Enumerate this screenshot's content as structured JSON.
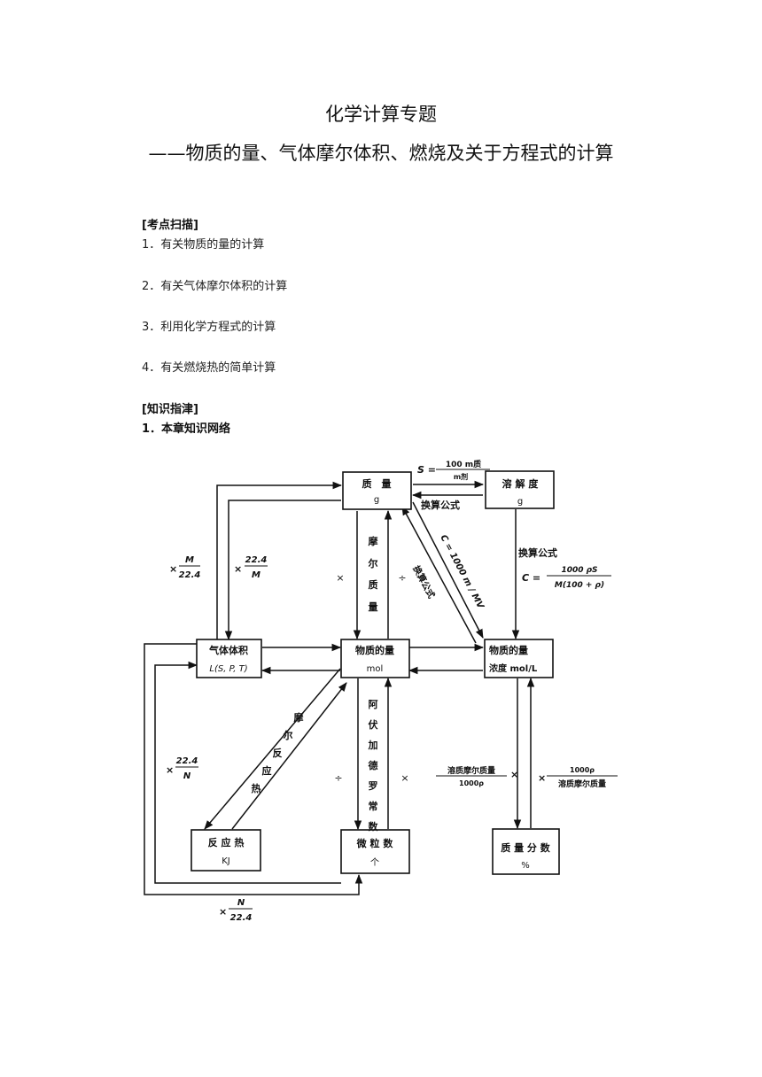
{
  "header": {
    "title": "化学计算专题",
    "subtitle": "——物质的量、气体摩尔体积、燃烧及关于方程式的计算"
  },
  "scan": {
    "heading": "[考点扫描]",
    "items": [
      "1．有关物质的量的计算",
      "2．有关气体摩尔体积的计算",
      "3．利用化学方程式的计算",
      "4．有关燃烧热的简单计算"
    ]
  },
  "guide": {
    "heading": "[知识指津]",
    "sub": "1．本章知识网络"
  },
  "diagram": {
    "mass": {
      "name": "质　量",
      "unit": "g"
    },
    "solubility": {
      "name": "溶 解 度",
      "unit": "g"
    },
    "gas_volume": {
      "name": "气体体积",
      "unit": "L(S, P, T)"
    },
    "amount": {
      "name": "物质的量",
      "unit": "mol"
    },
    "concentration": {
      "name": "物质的量",
      "unit": "浓度 mol/L"
    },
    "heat": {
      "name": "反 应 热",
      "unit": "KJ"
    },
    "particles": {
      "name": "微 粒 数",
      "unit": "个"
    },
    "mass_fraction": {
      "name": "质 量 分 数",
      "unit": "%"
    },
    "s_formula": "S = 100 m质 / m剂",
    "s_formula_left": "S =",
    "s_formula_num": "100 m质",
    "s_formula_den": "m剂",
    "convert_formula": "换算公式",
    "c_formula_left": "C =",
    "c_formula_num": "1000 ρS",
    "c_formula_den": "M(100 + ρ)",
    "diag_formula": "C = 1000 m / MV",
    "diag_convert": "换算公式",
    "molar_mass_vertical": [
      "摩",
      "尔",
      "质",
      "量"
    ],
    "avogadro_vertical": [
      "阿",
      "伏",
      "加",
      "德",
      "罗",
      "常",
      "数"
    ],
    "molar_heat_diag": [
      "摩",
      "尔",
      "反",
      "应",
      "热"
    ],
    "times": "×",
    "divide": "÷",
    "times_m_num": "M",
    "times_m_den": "22.4",
    "times_224_num": "22.4",
    "times_224_den": "M",
    "times_heat_num": "22.4",
    "times_heat_den": "N",
    "times_n_num": "N",
    "times_n_den": "22.4",
    "conc_to_frac_num": "溶质摩尔质量",
    "conc_to_frac_den": "1000ρ",
    "frac_to_conc_num": "1000ρ",
    "frac_to_conc_den": "溶质摩尔质量"
  }
}
